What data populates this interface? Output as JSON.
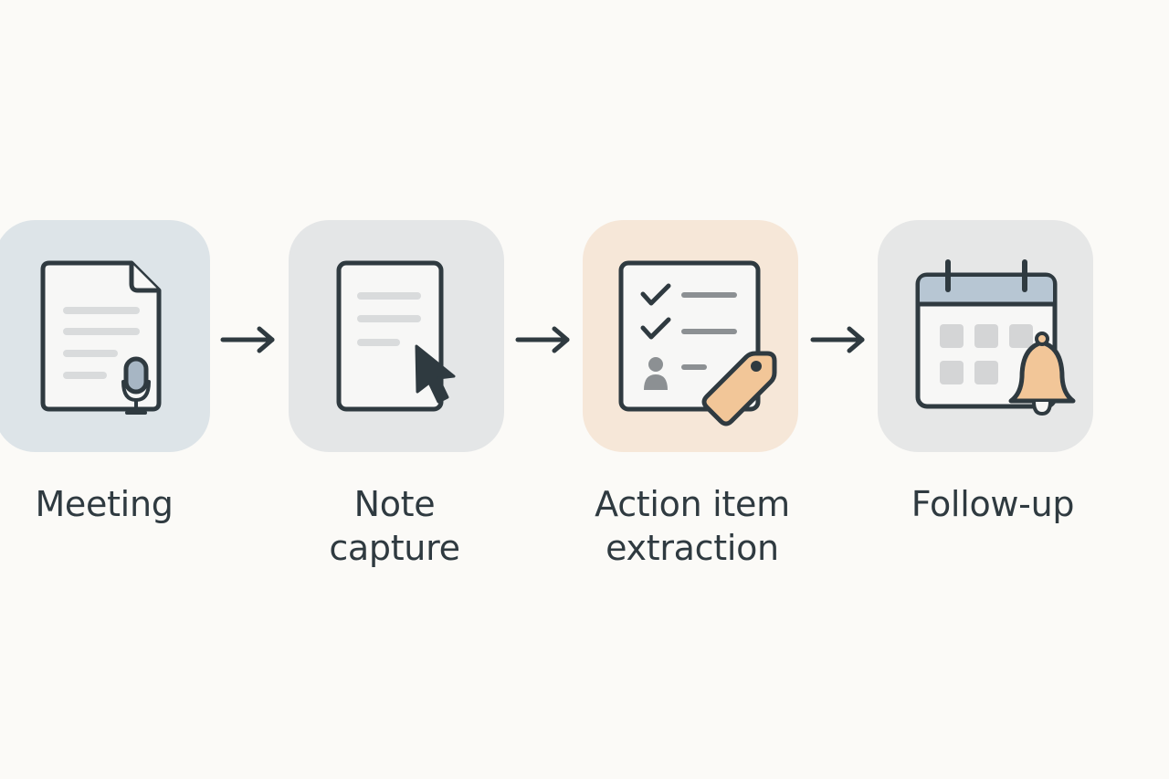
{
  "steps": [
    {
      "lines": [
        "Meeting"
      ],
      "tile_color": "#dde4e8",
      "icon": "document-with-microphone-icon"
    },
    {
      "lines": [
        "Note",
        "capture"
      ],
      "tile_color": "#e4e6e7",
      "icon": "note-with-cursor-icon"
    },
    {
      "lines": [
        "Action item",
        "extraction"
      ],
      "tile_color": "#f6e7d8",
      "icon": "checklist-with-tag-icon"
    },
    {
      "lines": [
        "Follow-up"
      ],
      "tile_color": "#e6e7e7",
      "icon": "calendar-with-bell-icon"
    }
  ],
  "connector_icon": "arrow-right-icon",
  "colors": {
    "stroke": "#2f3a40",
    "paper": "#f7f7f6",
    "text_lines": "#d9dbdc",
    "mic_fill": "#a7b6c4",
    "tag_fill": "#f2c698",
    "bell_fill": "#f2c698",
    "calendar_header": "#b7c6d3",
    "calendar_cells": "#d4d5d6",
    "check_lines": "#8c9093",
    "person": "#8c9093"
  }
}
